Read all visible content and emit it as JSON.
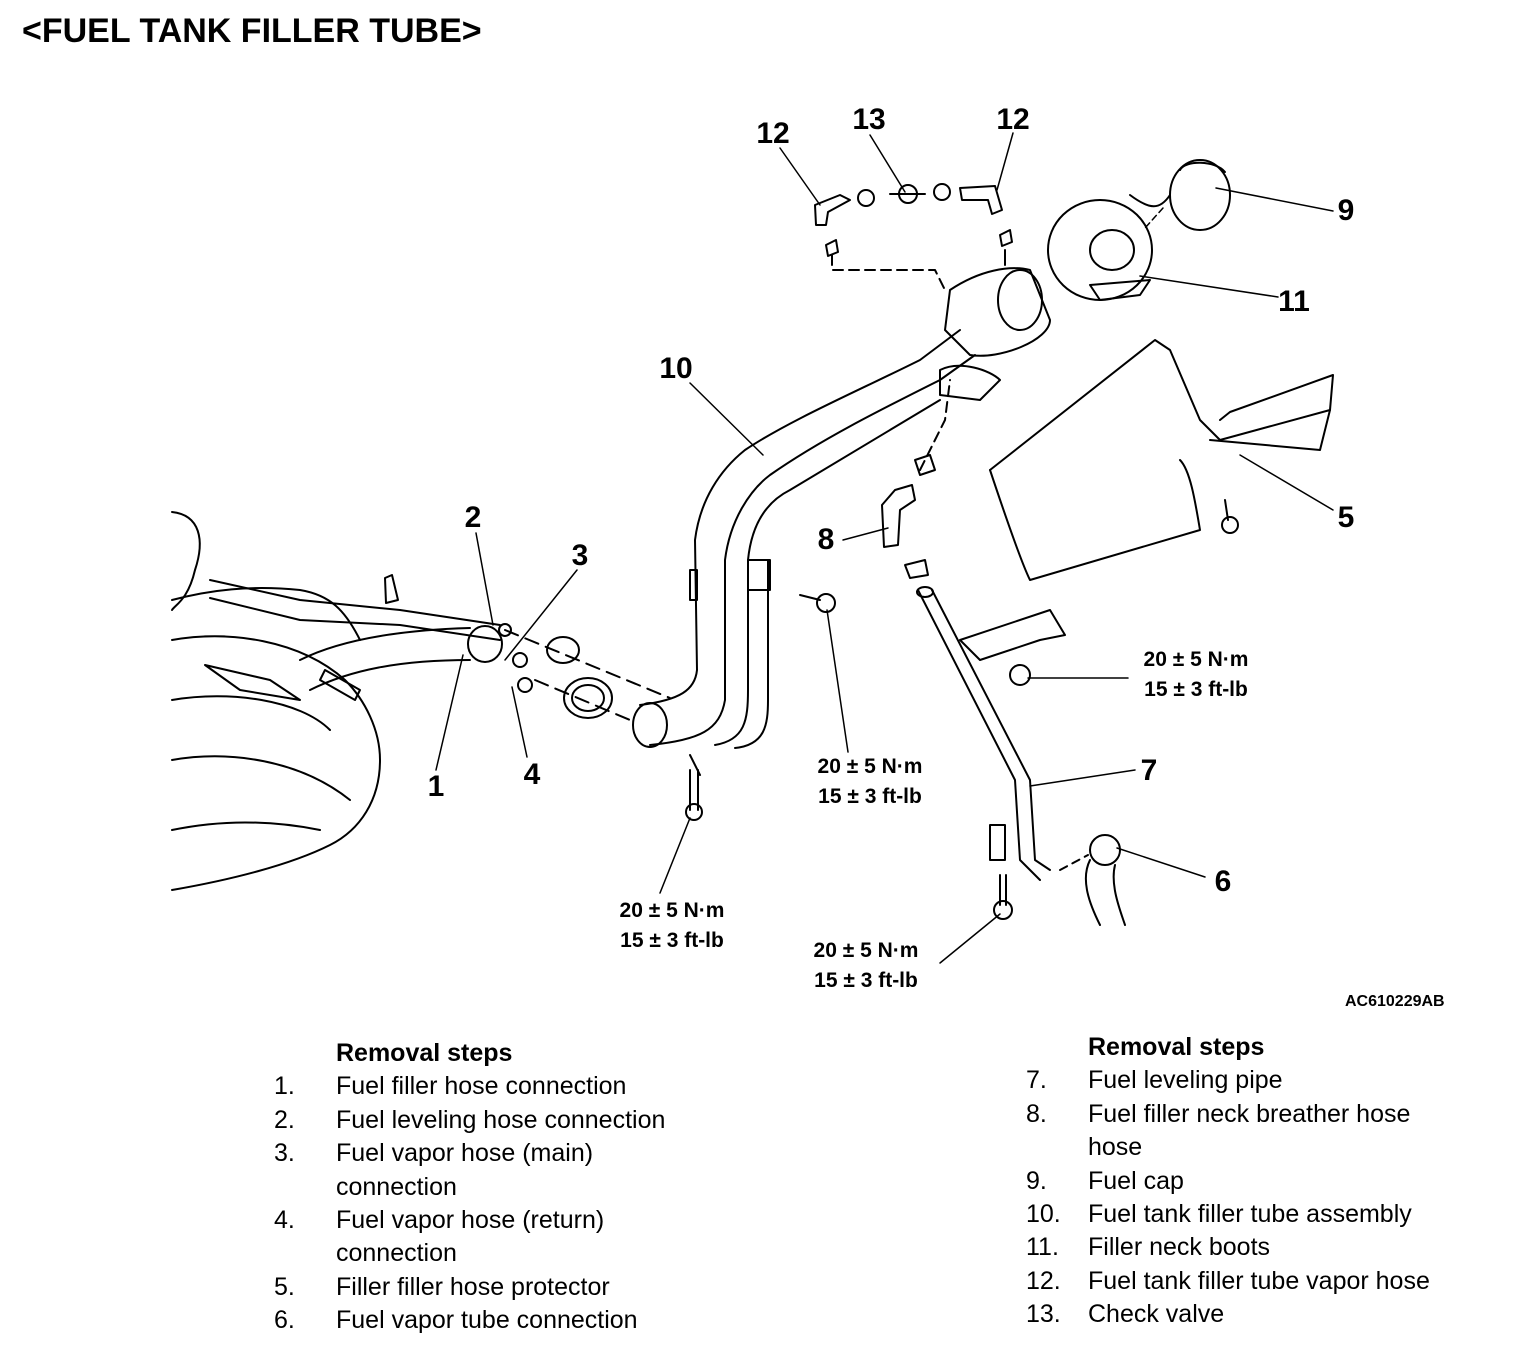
{
  "title": "<FUEL TANK FILLER TUBE>",
  "figure_id": "AC610229AB",
  "callouts": {
    "c1": "1",
    "c2": "2",
    "c3": "3",
    "c4": "4",
    "c5": "5",
    "c6": "6",
    "c7": "7",
    "c8": "8",
    "c9": "9",
    "c10": "10",
    "c11": "11",
    "c12a": "12",
    "c12b": "12",
    "c13": "13"
  },
  "torque": {
    "metric": "20 ± 5 N·m",
    "imperial": "15 ± 3 ft-lb"
  },
  "left_steps": {
    "heading": "Removal steps",
    "items": [
      {
        "num": "1.",
        "text": "Fuel filler hose connection"
      },
      {
        "num": "2.",
        "text": "Fuel leveling hose connection"
      },
      {
        "num": "3.",
        "text": "Fuel vapor hose (main) connection"
      },
      {
        "num": "4.",
        "text": "Fuel vapor hose (return) connection"
      },
      {
        "num": "5.",
        "text": "Filler filler hose protector"
      },
      {
        "num": "6.",
        "text": "Fuel vapor tube connection"
      }
    ]
  },
  "right_steps": {
    "heading": "Removal steps",
    "items": [
      {
        "num": "7.",
        "text": "Fuel leveling pipe"
      },
      {
        "num": "8.",
        "text": "Fuel filler neck breather hose hose"
      },
      {
        "num": "9.",
        "text": "Fuel cap"
      },
      {
        "num": "10.",
        "text": "Fuel tank filler tube assembly"
      },
      {
        "num": "11.",
        "text": "Filler neck boots"
      },
      {
        "num": "12.",
        "text": "Fuel tank filler tube vapor hose"
      },
      {
        "num": "13.",
        "text": "Check valve"
      }
    ]
  }
}
